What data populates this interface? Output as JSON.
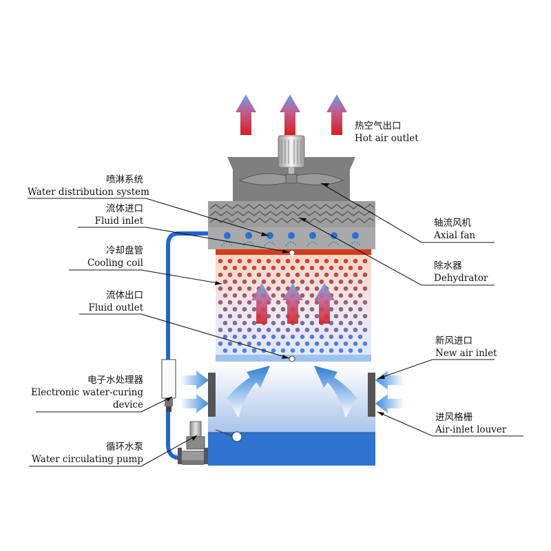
{
  "labels": {
    "hot_air_outlet": {
      "zh": "热空气出口",
      "en": "Hot air outlet"
    },
    "water_distribution": {
      "zh": "喷淋系统",
      "en": "Water distribution system"
    },
    "fluid_inlet": {
      "zh": "流体进口",
      "en": "Fluid inlet"
    },
    "cooling_coil": {
      "zh": "冷却盘管",
      "en": "Cooling coil"
    },
    "fluid_outlet": {
      "zh": "流体出口",
      "en": "Fluid outlet"
    },
    "electronic_device": {
      "zh": "电子水处理器",
      "en_line1": "Electronic water-curing",
      "en_line2": "device"
    },
    "pump": {
      "zh": "循环水泵",
      "en": "Water circulating pump"
    },
    "axial_fan": {
      "zh": "轴流风机",
      "en": "Axial fan"
    },
    "dehydrator": {
      "zh": "除水器",
      "en": "Dehydrator"
    },
    "new_air_inlet": {
      "zh": "新风进口",
      "en": "New air inlet"
    },
    "air_inlet_louver": {
      "zh": "进风格栅",
      "en": "Air-inlet louver"
    }
  },
  "colors": {
    "casing_gray": "#a9a9a9",
    "fan_housing": "#7f7f7f",
    "water_blue": "#2a6fd6",
    "hot_red": "#d63a2a",
    "basin_blue": "#2f74d0"
  }
}
